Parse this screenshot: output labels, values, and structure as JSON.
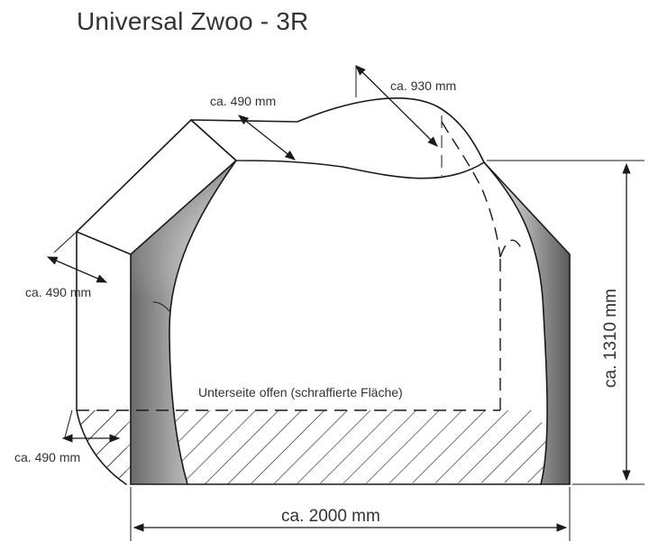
{
  "title": "Universal Zwoo - 3R",
  "dimensions": {
    "top_depth": "ca. 490 mm",
    "top_width": "ca. 930 mm",
    "left_depth": "ca. 490 mm",
    "bottom_depth": "ca. 490 mm",
    "height": "ca. 1310 mm",
    "width": "ca. 2000 mm"
  },
  "note": "Unterseite offen (schraffierte Fläche)",
  "colors": {
    "line": "#1a1a1a",
    "text": "#333333",
    "shade": "#4a4a4a"
  }
}
